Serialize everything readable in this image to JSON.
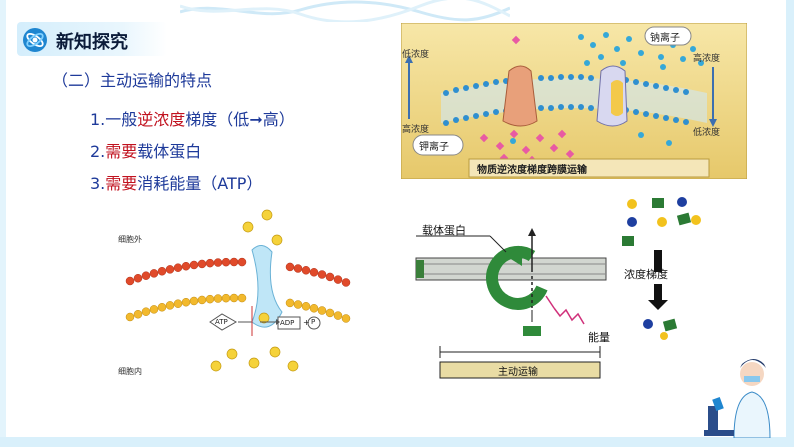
{
  "header": {
    "title": "新知探究",
    "logo_icon": "atom-icon"
  },
  "section_title": "（二）主动运输的特点",
  "points": [
    {
      "pre": "1.一般",
      "highlight": "逆浓度",
      "post": "梯度（低",
      "arrow": "➞",
      "tail": "高）"
    },
    {
      "pre": "2.",
      "highlight": "需要",
      "post": "载体蛋白"
    },
    {
      "pre": "3.",
      "highlight": "需要",
      "post": "消耗能量（ATP）"
    }
  ],
  "figure_top_right": {
    "sodium_label": "钠离子",
    "potassium_label": "钾离子",
    "low_left": "低浓度",
    "high_left": "高浓度",
    "high_right": "高浓度",
    "low_right": "低浓度",
    "caption": "物质逆浓度梯度跨膜运输"
  },
  "figure_left": {
    "outside_label": "细胞外",
    "inside_label": "细胞内",
    "atp": "ATP",
    "adp": "ADP",
    "plus": "+",
    "pi": "P"
  },
  "figure_bottom": {
    "carrier_label": "载体蛋白",
    "energy_label": "能量",
    "gradient_label": "浓度梯度",
    "caption": "主动运输"
  },
  "colors": {
    "accent_red": "#c1121f",
    "text_blue": "#1e3a9a",
    "frame_blue": "#d9f0fb"
  }
}
